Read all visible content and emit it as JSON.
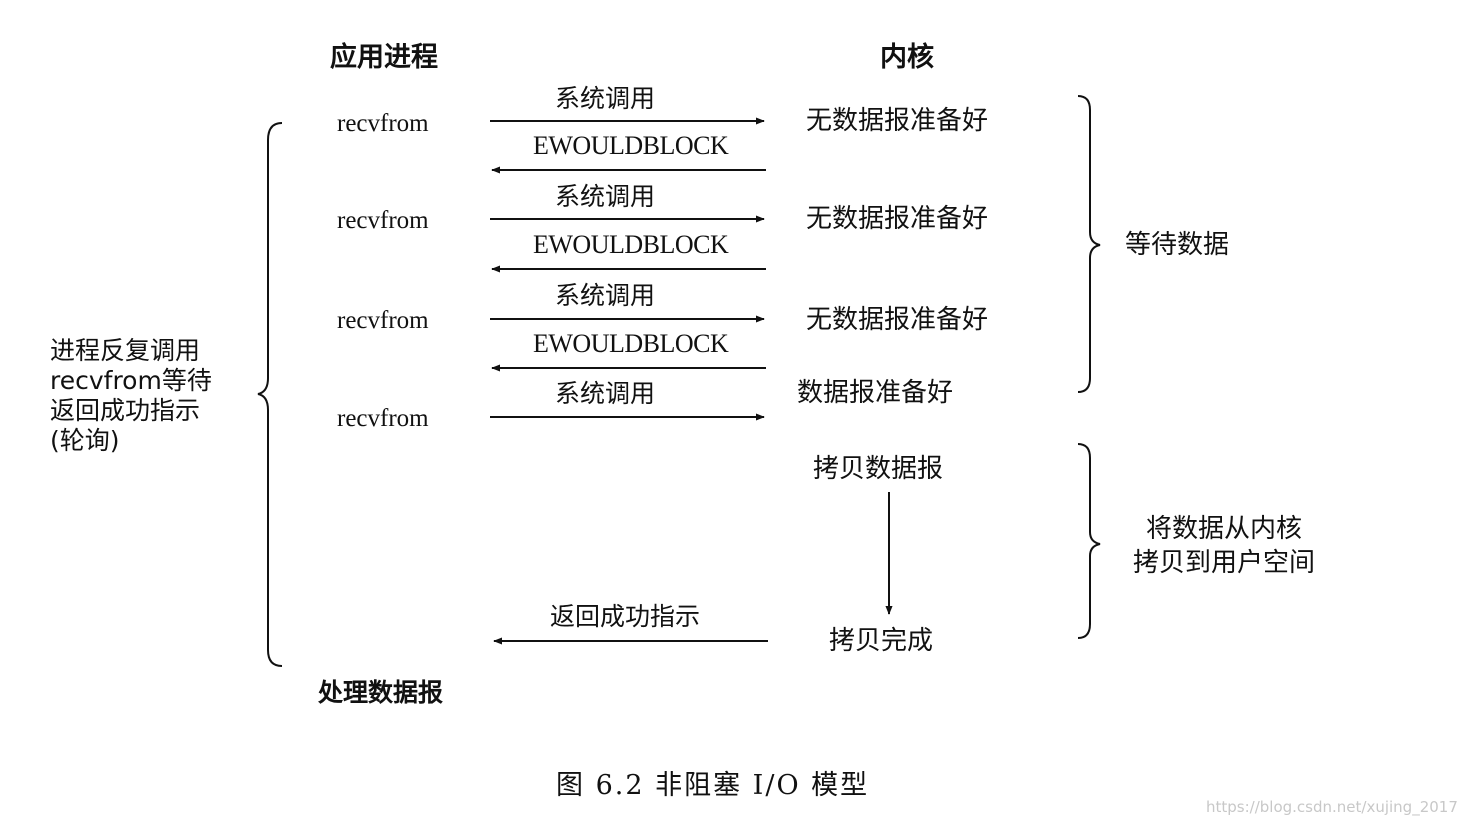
{
  "headers": {
    "app": "应用进程",
    "kernel": "内核"
  },
  "left_note": [
    "进程反复调用",
    "recvfrom等待",
    "返回成功指示",
    "(轮询)"
  ],
  "recvfrom": "recvfrom",
  "syscall": "系统调用",
  "ewouldblock": "EWOULDBLOCK",
  "kernel": {
    "not_ready": "无数据报准备好",
    "ready": "数据报准备好",
    "copy": "拷贝数据报",
    "copy_done": "拷贝完成"
  },
  "return_success": "返回成功指示",
  "process_datagram": "处理数据报",
  "phases": {
    "wait": "等待数据",
    "copy": [
      "将数据从内核",
      "拷贝到用户空间"
    ]
  },
  "caption": "图 6.2  非阻塞 I/O 模型",
  "watermark": "https://blog.csdn.net/xujing_2017"
}
